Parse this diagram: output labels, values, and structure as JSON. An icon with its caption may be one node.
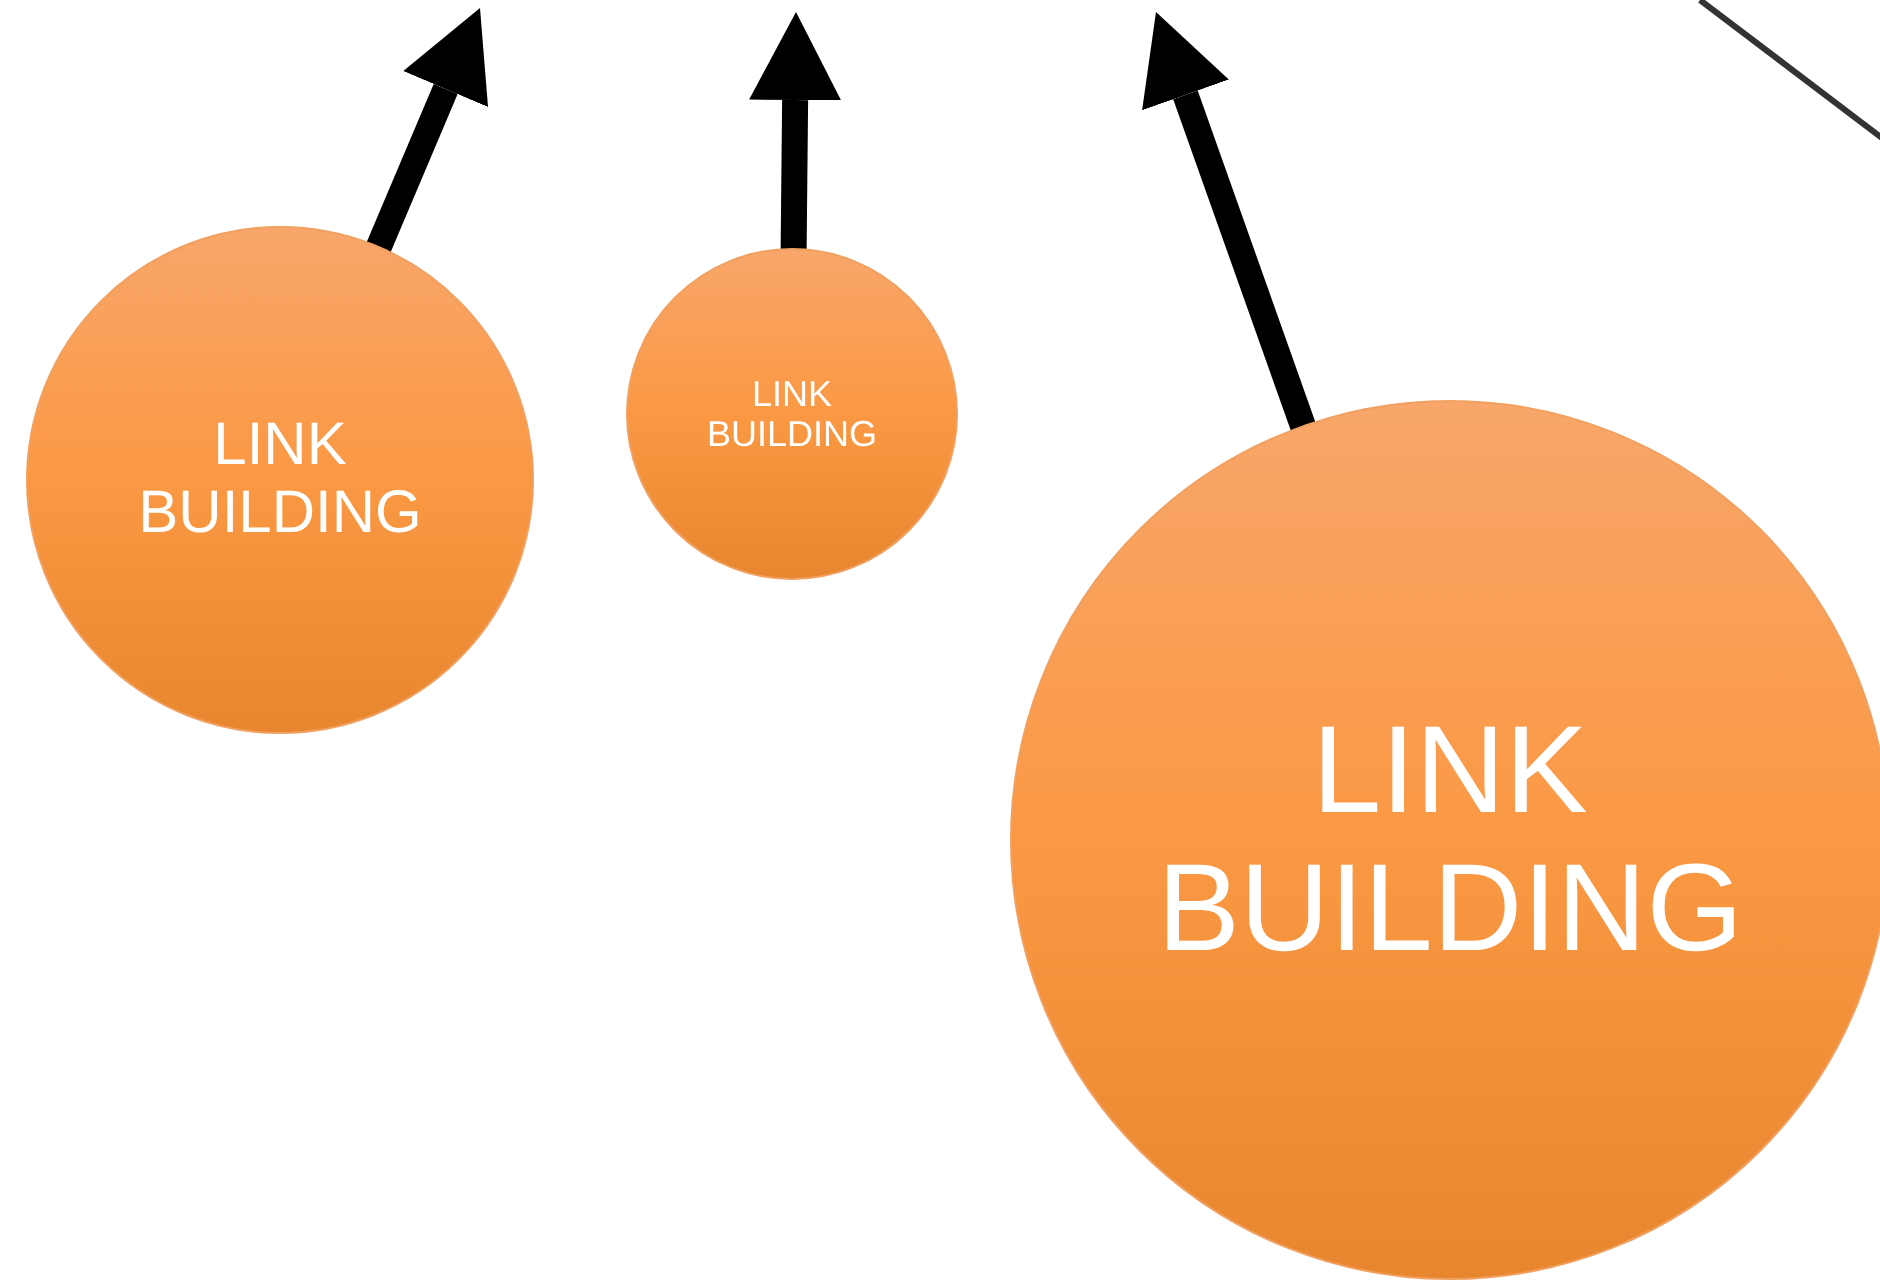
{
  "diagram": {
    "nodes": [
      {
        "text": [
          "LINK BUILDING"
        ]
      },
      {
        "text": [
          "LINK BUILDING"
        ]
      },
      {
        "text": [
          "LINK BUILDING"
        ]
      }
    ],
    "edges": [
      {
        "from": 0,
        "to": null,
        "arrow": "to"
      },
      {
        "from": 1,
        "to": null,
        "arrow": "to"
      },
      {
        "from": 2,
        "to": null,
        "arrow": "to"
      }
    ]
  }
}
